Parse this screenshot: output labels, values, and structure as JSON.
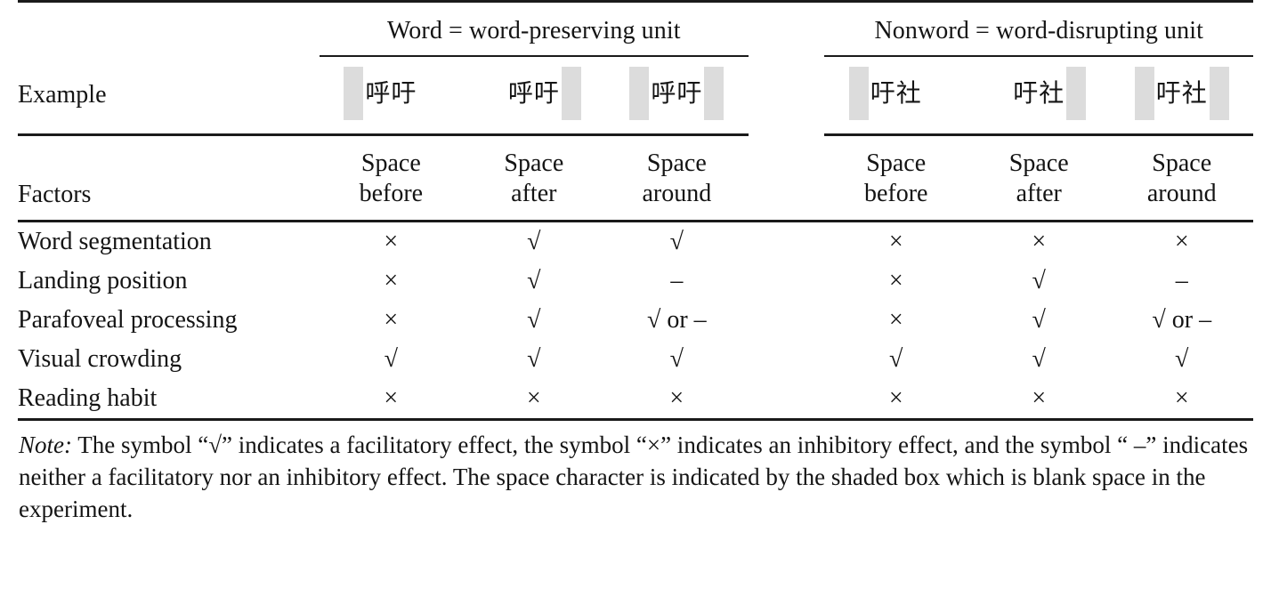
{
  "table": {
    "groups": [
      {
        "label": "Word = word-preserving unit"
      },
      {
        "label": "Nonword = word-disrupting unit"
      }
    ],
    "example_row_label": "Example",
    "factors_row_label": "Factors",
    "examples": [
      {
        "text": "呼吁",
        "space_before": true,
        "space_after": false
      },
      {
        "text": "呼吁",
        "space_before": false,
        "space_after": true
      },
      {
        "text": "呼吁",
        "space_before": true,
        "space_after": true
      },
      {
        "text": "吁社",
        "space_before": true,
        "space_after": false
      },
      {
        "text": "吁社",
        "space_before": false,
        "space_after": true
      },
      {
        "text": "吁社",
        "space_before": true,
        "space_after": true
      }
    ],
    "column_headers": [
      {
        "line1": "Space",
        "line2": "before"
      },
      {
        "line1": "Space",
        "line2": "after"
      },
      {
        "line1": "Space",
        "line2": "around"
      },
      {
        "line1": "Space",
        "line2": "before"
      },
      {
        "line1": "Space",
        "line2": "after"
      },
      {
        "line1": "Space",
        "line2": "around"
      }
    ],
    "rows": [
      {
        "label": "Word segmentation",
        "cells": [
          "×",
          "√",
          "√",
          "×",
          "×",
          "×"
        ]
      },
      {
        "label": "Landing position",
        "cells": [
          "×",
          "√",
          "–",
          "×",
          "√",
          "–"
        ]
      },
      {
        "label": "Parafoveal processing",
        "cells": [
          "×",
          "√",
          "√ or –",
          "×",
          "√",
          "√ or –"
        ]
      },
      {
        "label": "Visual crowding",
        "cells": [
          "√",
          "√",
          "√",
          "√",
          "√",
          "√"
        ]
      },
      {
        "label": "Reading habit",
        "cells": [
          "×",
          "×",
          "×",
          "×",
          "×",
          "×"
        ]
      }
    ]
  },
  "note": {
    "label": "Note:",
    "text": " The symbol “√” indicates a facilitatory effect, the symbol “×” indicates an inhibitory effect, and the symbol “ –” indicates neither a facilitatory nor an inhibitory effect. The space character is indicated by the shaded box which is blank space in the experiment."
  },
  "colors": {
    "rule": "#1a1a1a",
    "shaded_box": "#dcdcdc",
    "text": "#141414"
  }
}
